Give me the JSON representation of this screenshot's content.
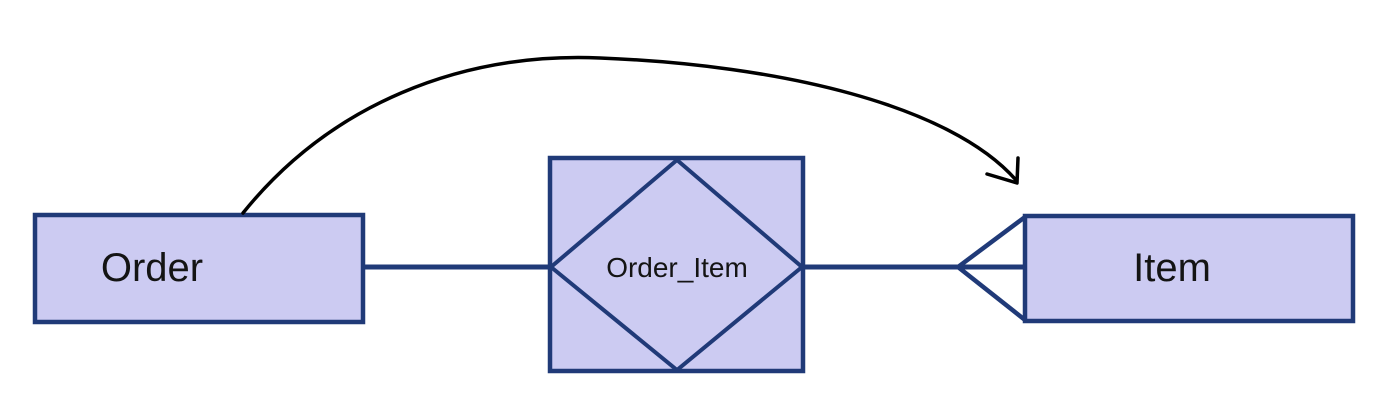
{
  "diagram": {
    "kind": "entity-relationship-diagram",
    "background_color": "#ffffff",
    "labels": {
      "order": "Order",
      "relationship": "Order_Item",
      "item": "Item"
    },
    "colors": {
      "shape_fill": "#cccbf2",
      "shape_stroke": "#203a78",
      "connector": "#203a78",
      "annotation_arrow": "#000000",
      "text": "#141414"
    },
    "notation": {
      "item_end_marker": "crow-foot-many",
      "annotation": "curved-open-arrow-from-order-to-item"
    }
  }
}
